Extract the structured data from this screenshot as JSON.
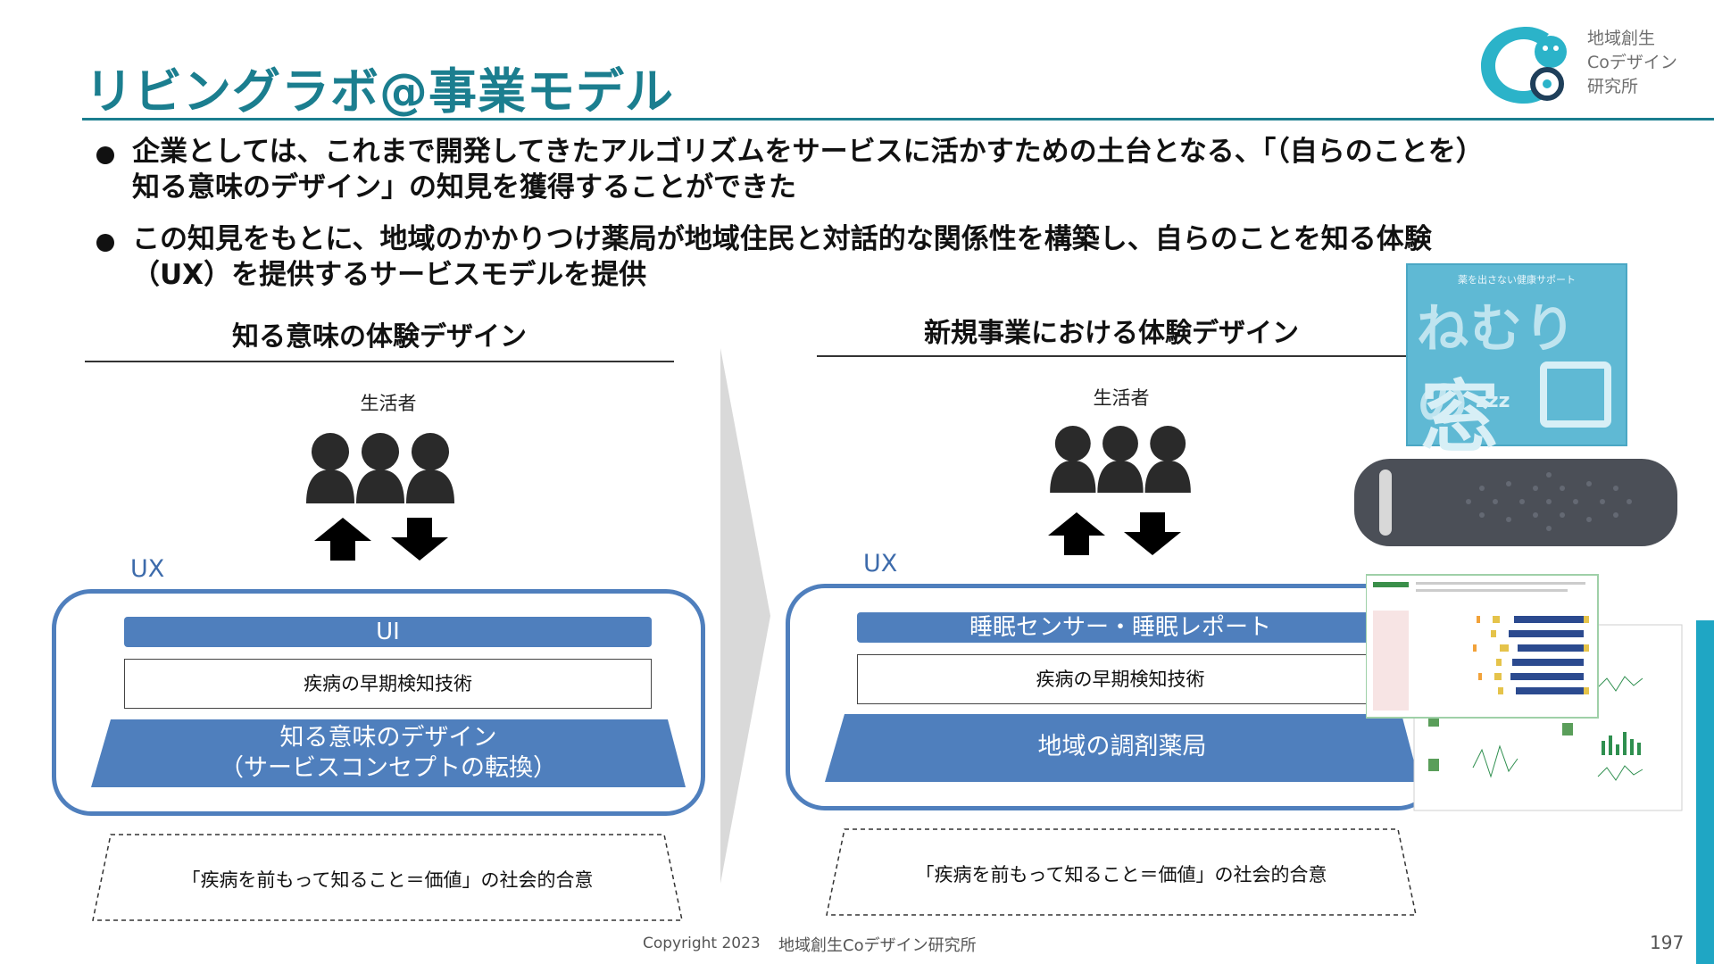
{
  "header": {
    "title": "リビングラボ@事業モデル",
    "logo_lines": [
      "地域創生",
      "Coデザイン",
      "研究所"
    ]
  },
  "bullets": [
    {
      "line1": "企業としては、これまで開発してきたアルゴリズムをサービスに活かすための土台となる、「（自らのことを）",
      "line2": "知る意味のデザイン」の知見を獲得することができた"
    },
    {
      "line1": "この知見をもとに、地域のかかりつけ薬局が地域住民と対話的な関係性を構築し、自らのことを知る体験",
      "line2": "（UX）を提供するサービスモデルを提供"
    }
  ],
  "left_panel": {
    "heading": "知る意味の体験デザイン",
    "people_label": "生活者",
    "ux_label": "UX",
    "ui_bar": "UI",
    "tech_box": "疾病の早期検知技術",
    "base_line1": "知る意味のデザイン",
    "base_line2": "（サービスコンセプトの転換）",
    "consensus": "「疾病を前もって知ること＝価値」の社会的合意"
  },
  "right_panel": {
    "heading": "新規事業における体験デザイン",
    "people_label": "生活者",
    "ux_label": "UX",
    "ui_bar": "睡眠センサー・睡眠レポート",
    "tech_box": "疾病の早期検知技術",
    "base_line1": "地域の調剤薬局",
    "consensus": "「疾病を前もって知ること＝価値」の社会的合意"
  },
  "product": {
    "small_caption": "薬を出さない健康サポート",
    "brand_top": "ねむりの",
    "brand_bottom": "窓"
  },
  "footer": {
    "copyright": "Copyright 2023",
    "org": "地域創生Coデザイン研究所",
    "page": "197"
  },
  "colors": {
    "title": "#1b7e8f",
    "accent_blue": "#4f7fbd",
    "logo_teal": "#2bb3c9",
    "side_bar": "#1fa6c4"
  }
}
